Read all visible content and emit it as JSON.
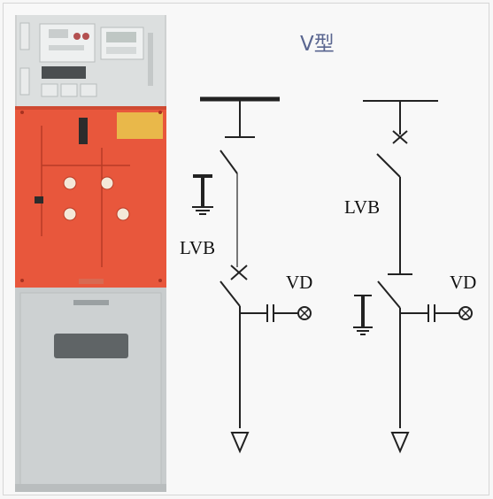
{
  "title": "V型",
  "labels": {
    "left_lvb": "LVB",
    "left_vd": "VD",
    "right_lvb": "LVB",
    "right_vd": "VD"
  },
  "photo": {
    "subject": "switchgear-cabinet",
    "colors": {
      "frame": "#c9c9c9",
      "upper_panel": "#d9dcdc",
      "middle_panel": "#e8573c",
      "lower_panel": "#c7cbcc",
      "plate": "#e9b84a",
      "window": "#5f6466"
    }
  },
  "diagram_colors": {
    "line": "#222222",
    "title": "#5a6690"
  }
}
